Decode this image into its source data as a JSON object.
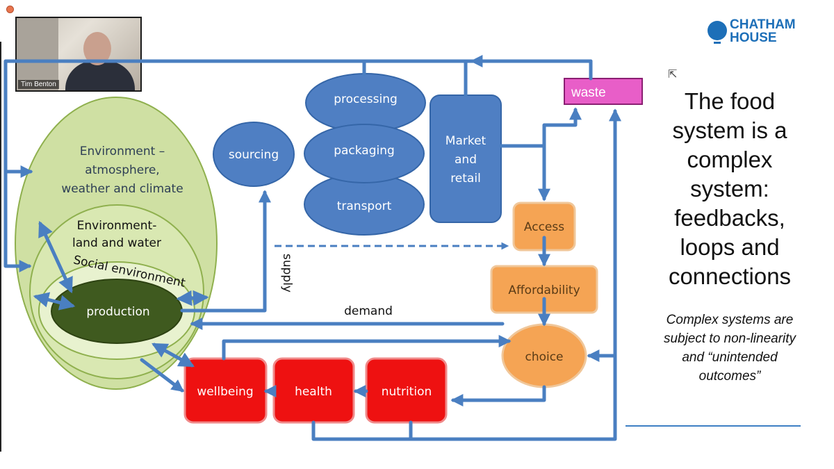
{
  "webcam": {
    "name": "Tim Benton"
  },
  "logo": {
    "line1": "CHATHAM",
    "line2": "HOUSE"
  },
  "title_lines": [
    "The food",
    "system is a",
    "complex",
    "system:",
    "feedbacks,",
    "loops and",
    "connections"
  ],
  "subtitle_lines": [
    "Complex systems are",
    "subject to non-linearity",
    "and “unintended",
    "outcomes”"
  ],
  "diagram": {
    "env_atmosphere": [
      "Environment –",
      "atmosphere,",
      "weather and climate"
    ],
    "env_land": [
      "Environment-",
      "land and water"
    ],
    "social": "Social environment",
    "production": "production",
    "sourcing": "sourcing",
    "processing": "processing",
    "packaging": "packaging",
    "transport": "transport",
    "market": [
      "Market",
      "and",
      "retail"
    ],
    "waste": "waste",
    "access": "Access",
    "affordability": "Affordability",
    "choice": "choice",
    "wellbeing": "wellbeing",
    "health": "health",
    "nutrition": "nutrition",
    "supply": "supply",
    "demand": "demand"
  },
  "colors": {
    "arrow": "#4a7fc1",
    "env_fill": "#cfe0a3",
    "env_stroke": "#8fb04e",
    "production": "#3f5a1f",
    "blue_node": "#4f7fc3",
    "orange_node": "#f5a454",
    "red_node": "#ee1111",
    "waste": "#e85ec8"
  }
}
